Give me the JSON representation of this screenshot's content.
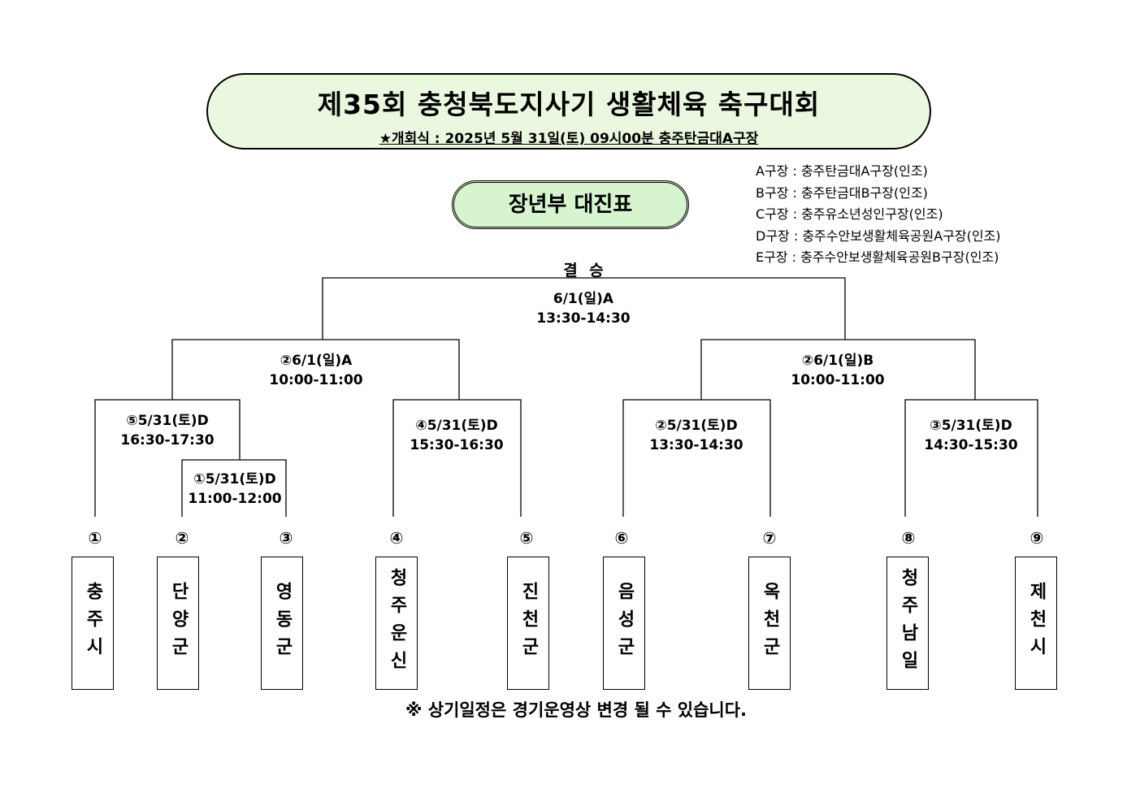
{
  "header": {
    "title": "제35회  충청북도지사기  생활체육  축구대회",
    "opening": "★개회식 :  2025년  5월  31일(토)  09시00분  충주탄금대A구장"
  },
  "division": "장년부    대진표",
  "venues": [
    "A구장  :  충주탄금대A구장(인조)",
    "B구장  :  충주탄금대B구장(인조)",
    "C구장  :  충주유소년성인구장(인조)",
    "D구장  :  충주수안보생활체육공원A구장(인조)",
    "E구장  :  충주수안보생활체육공원B구장(인조)"
  ],
  "final": {
    "label": "결 승",
    "date": "6/1(일)A",
    "time": "13:30-14:30"
  },
  "matches": {
    "semi_left": {
      "date": "②6/1(일)A",
      "time": "10:00-11:00"
    },
    "semi_right": {
      "date": "②6/1(일)B",
      "time": "10:00-11:00"
    },
    "qf5": {
      "date": "⑤5/31(토)D",
      "time": "16:30-17:30"
    },
    "r1": {
      "date": "①5/31(토)D",
      "time": "11:00-12:00"
    },
    "qf4": {
      "date": "④5/31(토)D",
      "time": "15:30-16:30"
    },
    "qf2": {
      "date": "②5/31(토)D",
      "time": "13:30-14:30"
    },
    "qf3": {
      "date": "③5/31(토)D",
      "time": "14:30-15:30"
    }
  },
  "seeds": [
    "①",
    "②",
    "③",
    "④",
    "⑤",
    "⑥",
    "⑦",
    "⑧",
    "⑨"
  ],
  "teams": [
    "충주시",
    "단양군",
    "영동군",
    "청주운신",
    "진천군",
    "음성군",
    "옥천군",
    "청주남일",
    "제천시"
  ],
  "notice": "※  상기일정은  경기운영상  변경  될  수  있습니다."
}
